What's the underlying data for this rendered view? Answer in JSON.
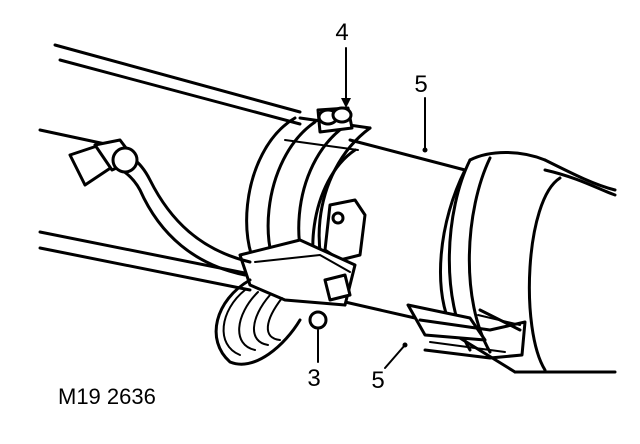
{
  "figure": {
    "reference": "M19 2636",
    "callouts": {
      "c4": "4",
      "c5_top": "5",
      "c3": "3",
      "c5_bottom": "5"
    }
  }
}
